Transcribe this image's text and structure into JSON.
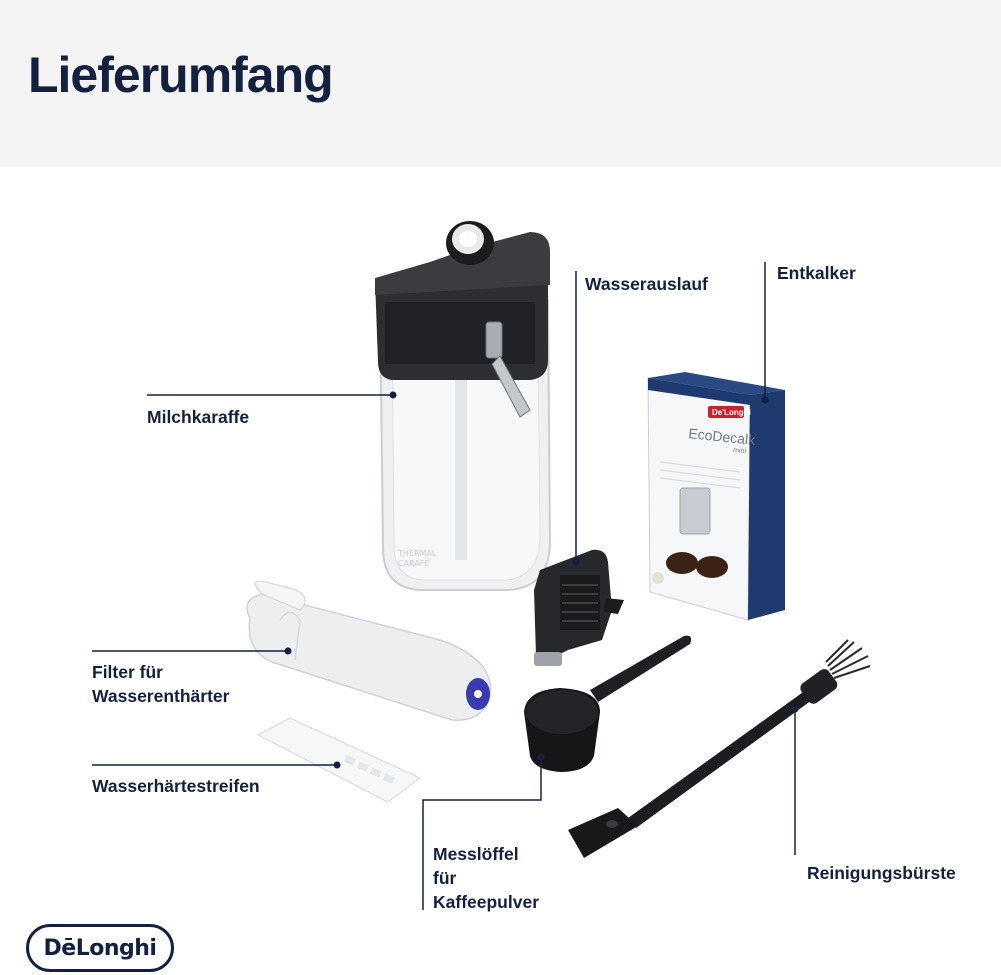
{
  "page": {
    "title": "Lieferumfang"
  },
  "labels": {
    "milk_carafe": "Milchkaraffe",
    "water_spout": "Wasserauslauf",
    "descaler": "Entkalker",
    "filter_line1": "Filter für",
    "filter_line2": "Wasserenthärter",
    "test_strip": "Wasserhärtestreifen",
    "spoon_line1": "Messlöffel",
    "spoon_line2": "für",
    "spoon_line3": "Kaffeepulver",
    "brush": "Reinigungsbürste"
  },
  "product_box": {
    "brand": "De'Longhi",
    "name": "EcoDecalk",
    "variant": "mini"
  },
  "carafe": {
    "imprint_line1": "THERMAL",
    "imprint_line2": "CARAFE"
  },
  "brand": {
    "logo_text": "DēLonghi"
  },
  "colors": {
    "title_navy": "#13203f",
    "header_band": "#f4f4f4",
    "box_blue": "#1e3a6e",
    "filter_accent": "#3b3bb0"
  }
}
